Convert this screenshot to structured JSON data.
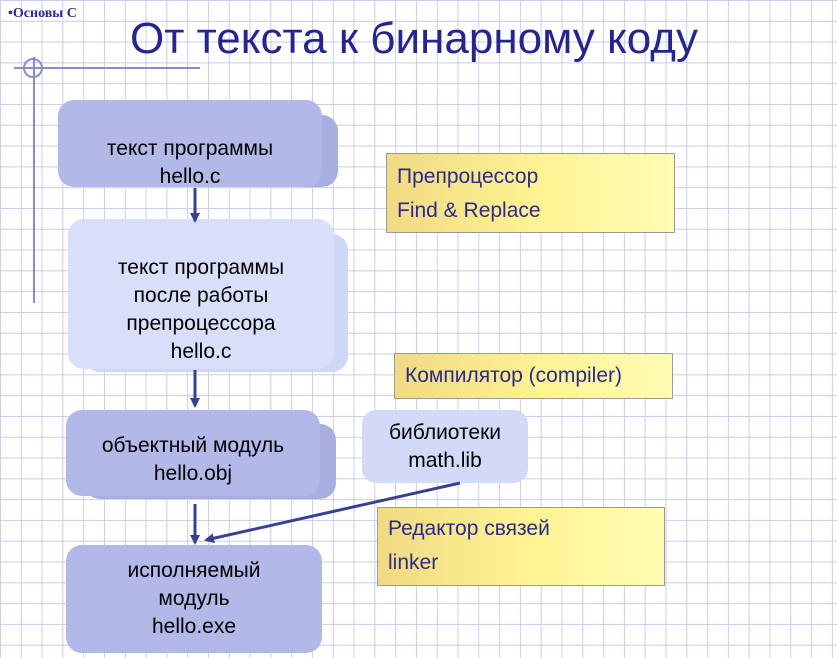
{
  "header": {
    "tag": "•Основы С",
    "title": "От текста к бинарному коду"
  },
  "boxes": {
    "source": {
      "line1": "текст программы",
      "line2": "hello.c"
    },
    "preprocessed": {
      "line1": "текст программы",
      "line2": "после работы",
      "line3": "препроцессора",
      "line4": "hello.c"
    },
    "object": {
      "line1": "объектный модуль",
      "line2": "hello.obj"
    },
    "executable": {
      "line1": "исполняемый",
      "line2": "модуль",
      "line3": "hello.exe"
    },
    "library": {
      "line1": "библиотеки",
      "line2": "math.lib"
    }
  },
  "notes": {
    "preprocessor": {
      "line1": "Препроцессор",
      "line2": "Find & Replace"
    },
    "compiler": {
      "line1": "Компилятор (compiler)"
    },
    "linker": {
      "line1": "Редактор связей",
      "line2": "linker"
    }
  },
  "colors": {
    "title": "#24258f",
    "arrow": "#3a3f8f",
    "dark_box": "#b2b8e8",
    "light_box": "#d9def9",
    "note_fill": "#fff494"
  }
}
